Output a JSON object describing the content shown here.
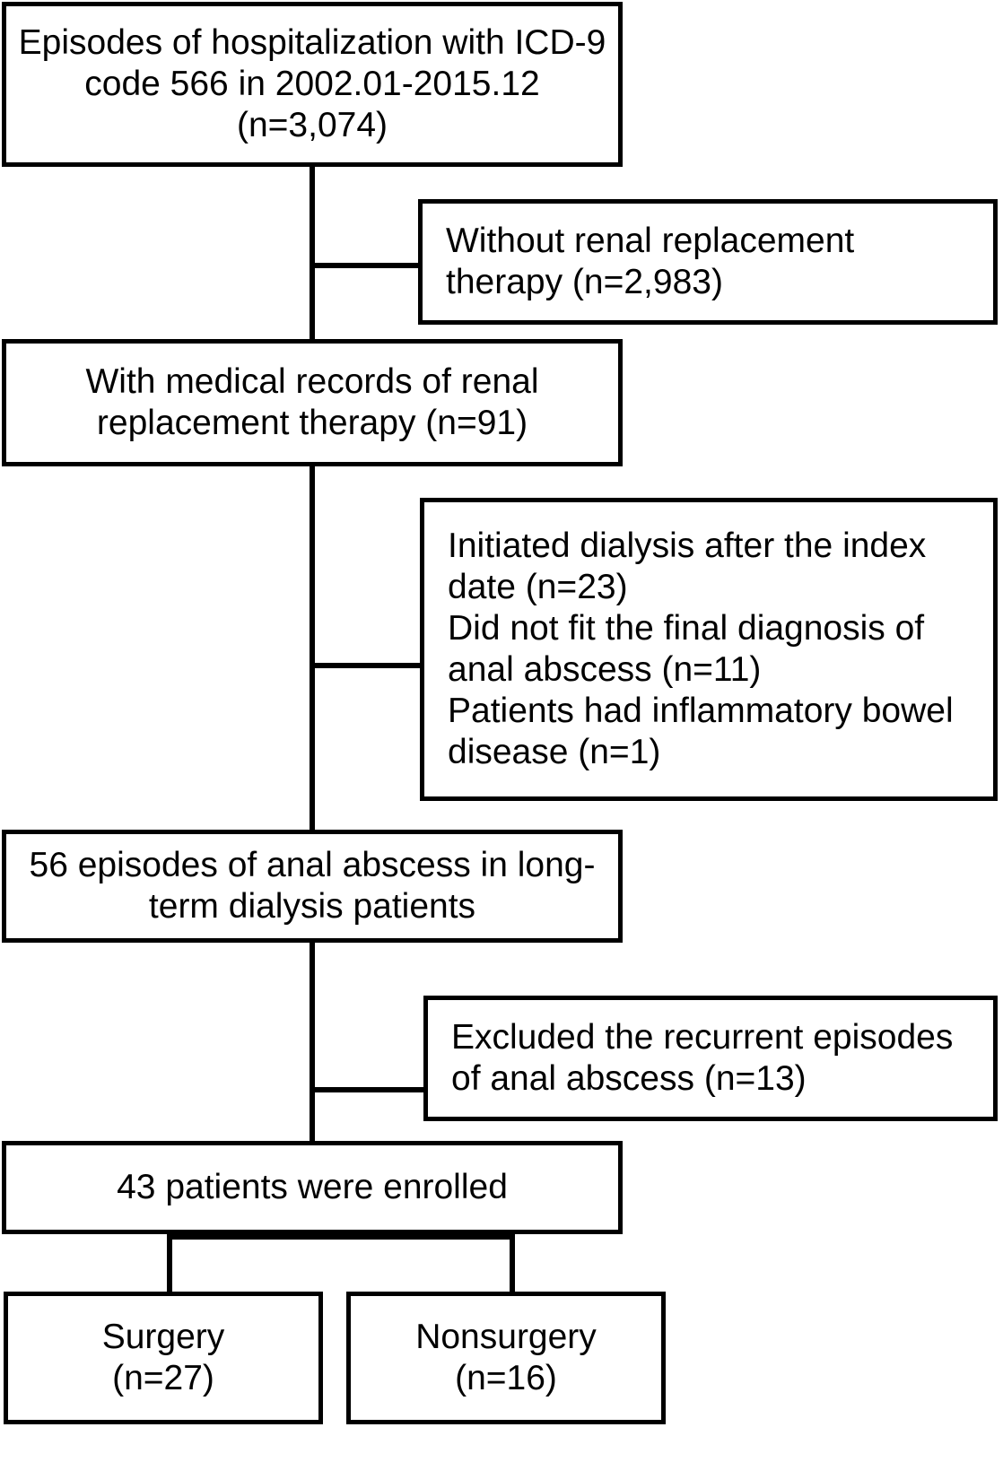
{
  "diagram": {
    "title": "Patient selection flow diagram",
    "type": "flowchart",
    "line_color": "#000000",
    "background_color": "#ffffff",
    "text_color": "#000000"
  },
  "nodes": {
    "source_cohort": {
      "label": "Episodes of hospitalization with ICD-9\ncode 566 in 2002.01-2015.12\n(n=3,074)",
      "count": 3074,
      "align": "center"
    },
    "excluded_no_rrt": {
      "label": "Without renal replacement\ntherapy (n=2,983)",
      "count": 2983,
      "align": "left"
    },
    "with_rrt": {
      "label": "With medical records of renal\nreplacement therapy (n=91)",
      "count": 91,
      "align": "center"
    },
    "excluded_criteria": {
      "label": "Initiated dialysis after the index\ndate (n=23)\nDid not fit the final diagnosis of\nanal abscess (n=11)\nPatients had inflammatory bowel\ndisease (n=1)",
      "counts": [
        23,
        11,
        1
      ],
      "align": "left"
    },
    "episodes_56": {
      "label": "56 episodes of anal abscess in long-\nterm dialysis patients",
      "count": 56,
      "align": "center"
    },
    "excluded_recurrent": {
      "label": "Excluded the recurrent episodes\nof anal abscess (n=13)",
      "count": 13,
      "align": "left"
    },
    "enrolled": {
      "label": "43 patients were enrolled",
      "count": 43,
      "align": "center"
    },
    "surgery": {
      "label": "Surgery\n(n=27)",
      "count": 27,
      "align": "center"
    },
    "nonsurgery": {
      "label": "Nonsurgery\n(n=16)",
      "count": 16,
      "align": "center"
    }
  }
}
